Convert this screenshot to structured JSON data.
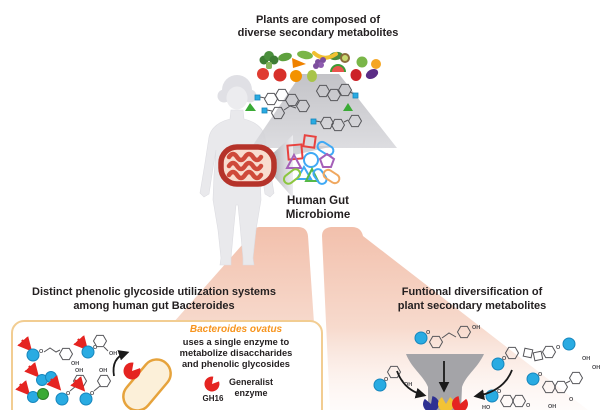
{
  "top": {
    "title_line1": "Plants are composed of",
    "title_line2": "diverse secondary metabolites"
  },
  "center": {
    "gut_line1": "Human Gut",
    "gut_line2": "Microbiome"
  },
  "left": {
    "heading_line1": "Distinct phenolic glycoside utilization systems",
    "heading_line2": "among human gut Bacteroides",
    "species": "Bacteroides ovatus",
    "desc_line1": "uses a single enzyme to",
    "desc_line2": "metabolize disaccharides",
    "desc_line3": "and phenolic glycosides",
    "enzyme_label_line1": "Generalist",
    "enzyme_label_line2": "enzyme",
    "enzyme_id": "GH16"
  },
  "right": {
    "heading_line1": "Funtional diversification of",
    "heading_line2": "plant secondary metabolites"
  },
  "chem": {
    "oh": "OH",
    "o": "O",
    "ho": "HO"
  },
  "icons": {
    "produce_items": [
      "broccoli",
      "tomato",
      "carrot",
      "grapes",
      "banana",
      "kiwi",
      "apple",
      "orange",
      "watermelon",
      "pear",
      "pepper",
      "eggplant"
    ],
    "microbiome_shapes": [
      "red-square",
      "blue-capsule",
      "purple-triangle",
      "blue-circle",
      "purple-pentagon",
      "blue-triangle",
      "green-capsule",
      "green-triangle",
      "orange-capsule"
    ],
    "enzyme_icon": "pac-man-wedge"
  },
  "colors": {
    "sugar_blue": "#29abe2",
    "sugar_green": "#3aaa35",
    "arrow_red": "#e52421",
    "enzyme_red": "#e52421",
    "species_orange": "#f7941d",
    "bacterium_fill": "#fcf0d9",
    "bacterium_border": "#e6a33c",
    "panel_border": "#f2cd92",
    "beam_pink": "#f2c0ac",
    "funnel_gray": "#a4a4a8",
    "navy_enzyme": "#2e3192",
    "yellow_enzyme": "#f2c335",
    "gut_red": "#b5332a"
  }
}
